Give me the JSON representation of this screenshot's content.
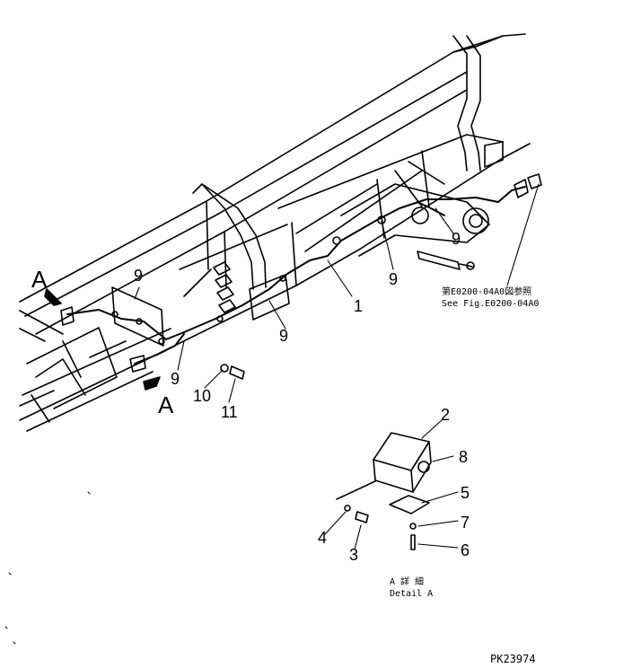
{
  "callouts": {
    "c1": "1",
    "c2": "2",
    "c3": "3",
    "c4": "4",
    "c5": "5",
    "c6": "6",
    "c7": "7",
    "c8": "8",
    "c9a": "9",
    "c9b": "9",
    "c9c": "9",
    "c9d": "9",
    "c9e": "9",
    "c10": "10",
    "c11": "11"
  },
  "views": {
    "a_top": "A",
    "a_bottom": "A"
  },
  "reference": {
    "line_jp": "第E0200-04A0図参照",
    "line_en": "See Fig.E0200-04A0"
  },
  "detail": {
    "line_jp": "A 詳 細",
    "line_en": "Detail A"
  },
  "drawing_code": "PK23974"
}
